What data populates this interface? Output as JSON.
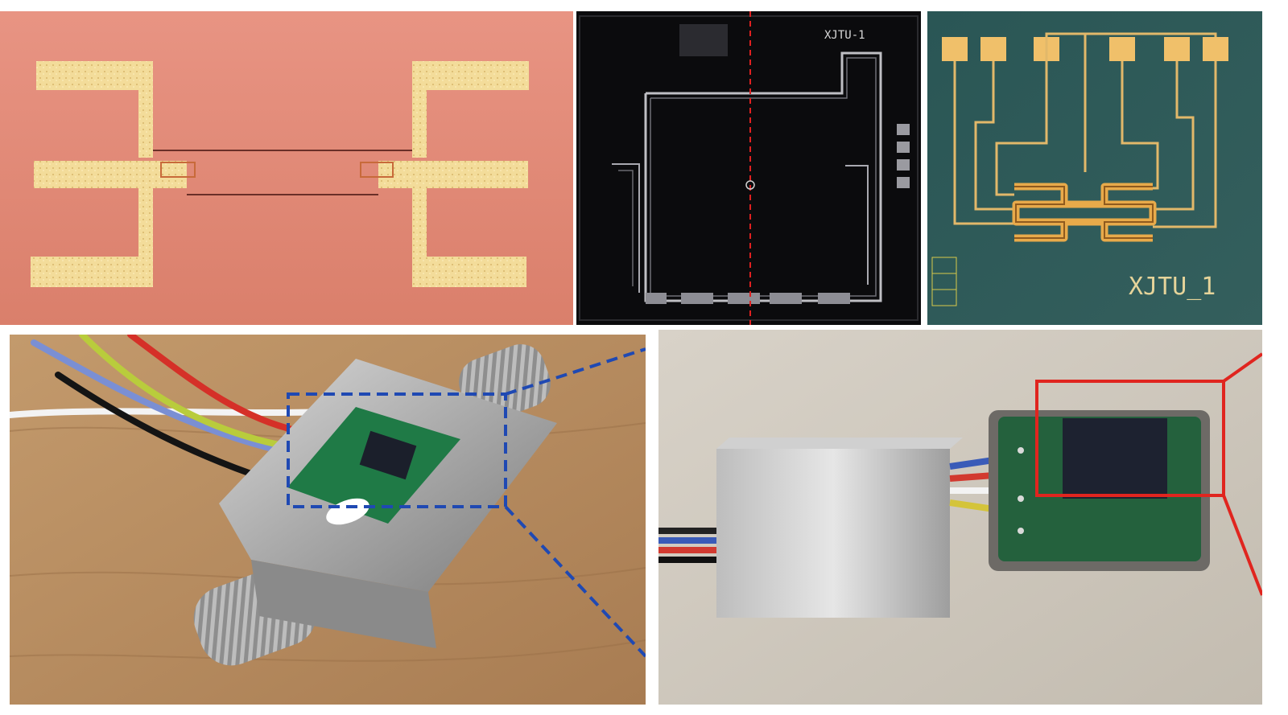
{
  "figure": {
    "panels": [
      {
        "id": "resonator-chip-photo",
        "description_hidden": ""
      },
      {
        "id": "dark-chip-micrograph"
      },
      {
        "id": "serpentine-chip-micrograph"
      },
      {
        "id": "packaged-sensor-bolt-photo"
      },
      {
        "id": "packaged-sensor-block-photo"
      }
    ]
  },
  "labels": {
    "chip_top_mark": "XJTU-1",
    "chip_bottom_mark": "XJTU_1"
  },
  "colors": {
    "substrate_pink": "#e18a76",
    "gold": "#f2d890",
    "teal_substrate": "#2e5a58",
    "dashed_callout_blue": "#1f49b3",
    "callout_red": "#e0251f",
    "center_line_red": "#e02020"
  }
}
